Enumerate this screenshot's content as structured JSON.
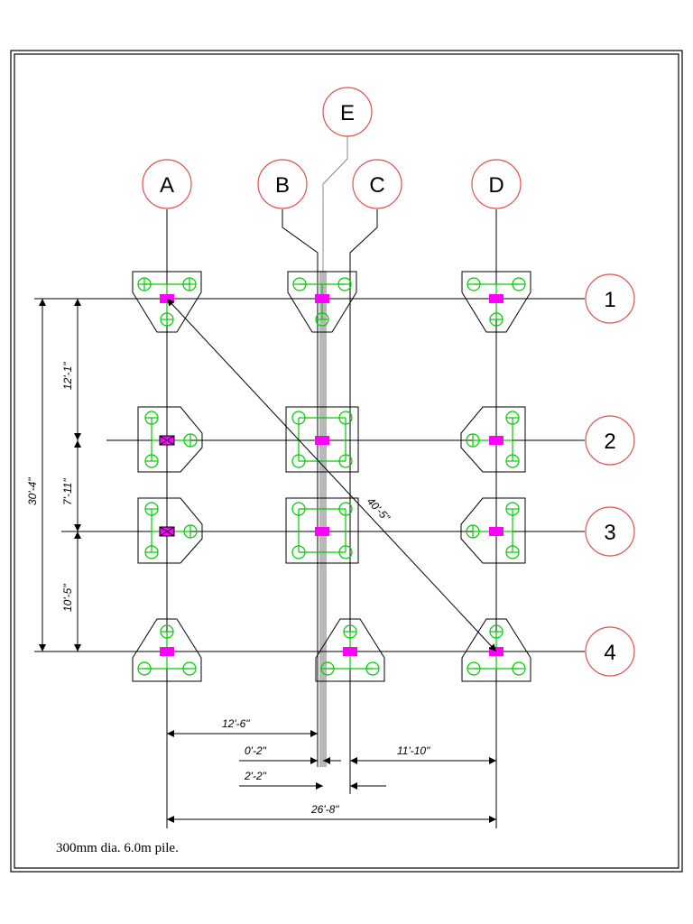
{
  "grid": {
    "columns": [
      "A",
      "B",
      "C",
      "D",
      "E"
    ],
    "rows": [
      "1",
      "2",
      "3",
      "4"
    ]
  },
  "dimensions": {
    "overall_vertical": "30'-4\"",
    "spacing_1_2": "12'-1\"",
    "spacing_2_3": "7'-11\"",
    "spacing_3_4": "10'-5\"",
    "diagonal": "40'-5\"",
    "a_to_b": "12'-6\"",
    "b_to_e": "0'-2\"",
    "e_to_c": "2'-2\"",
    "c_to_d": "11'-10\"",
    "a_to_d": "26'-8\""
  },
  "note": "300mm dia. 6.0m pile.",
  "colors": {
    "bubble": "#e05050",
    "pile": "#00cc00",
    "column": "#ff00ff",
    "line": "#000000"
  }
}
